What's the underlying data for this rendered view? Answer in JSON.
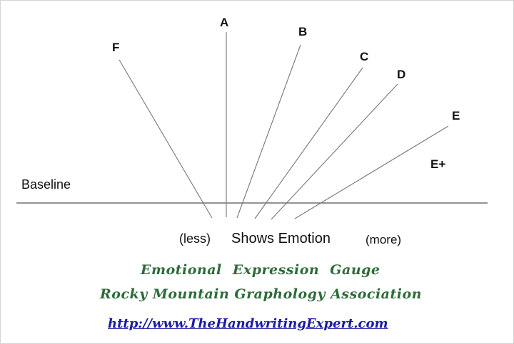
{
  "points": {
    "A": "A",
    "B": "B",
    "C": "C",
    "D": "D",
    "E": "E",
    "E_plus": "E+",
    "F": "F"
  },
  "baseline_label": "Baseline",
  "scale": {
    "less": "(less)",
    "center": "Shows Emotion",
    "more": "(more)"
  },
  "title": "Emotional  Expression  Gauge",
  "association": "Rocky Mountain Graphology Association",
  "url": "http://www.TheHandwritingExpert.com",
  "colors": {
    "lines": "#777777",
    "script_text": "#2d6b3a",
    "link": "#1a1aa6"
  }
}
